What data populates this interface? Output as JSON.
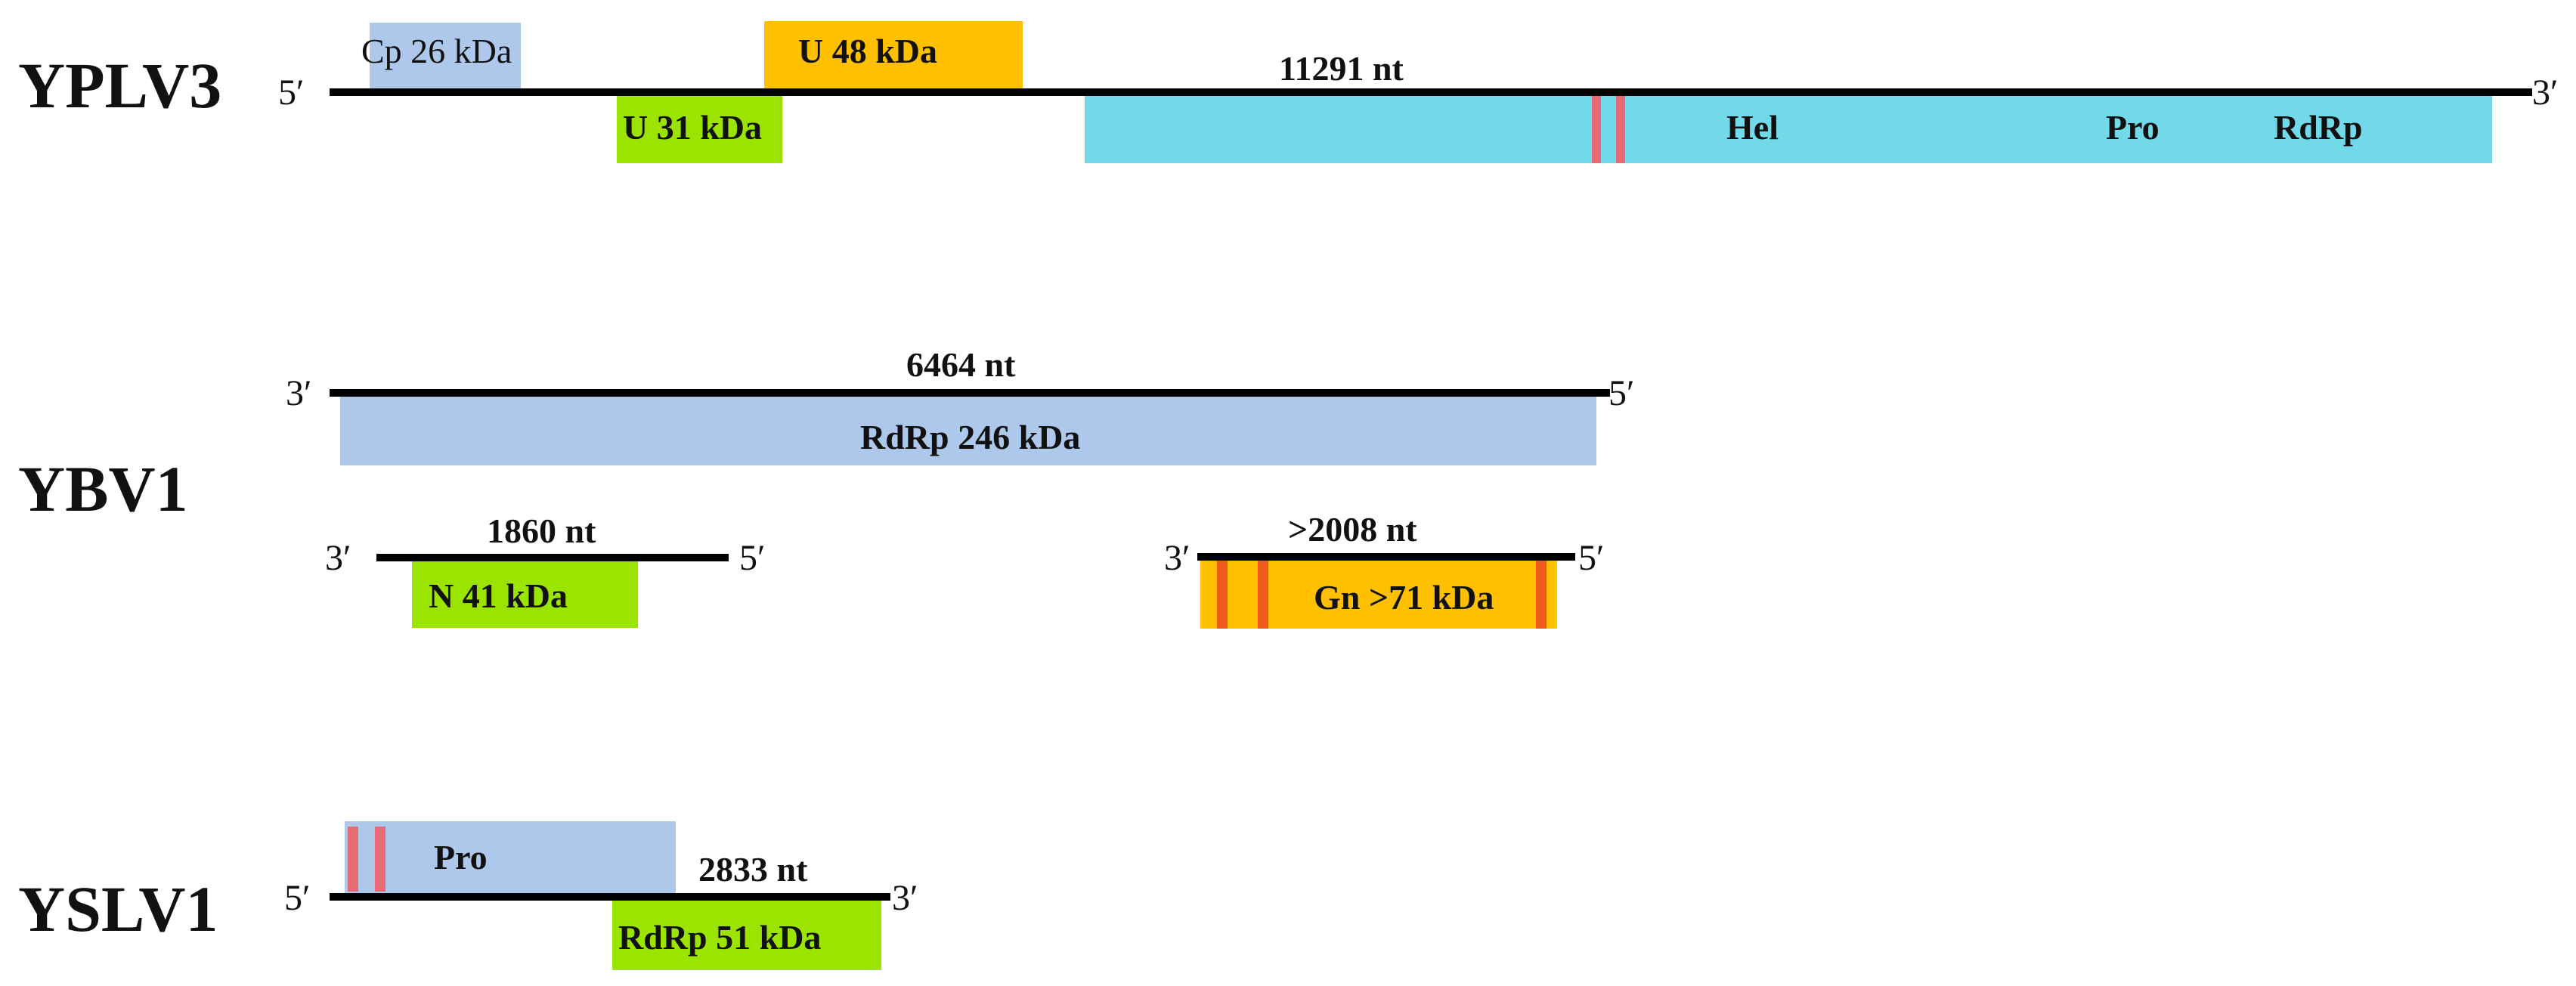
{
  "colors": {
    "genome_line": "#000000",
    "light_blue": "#adc8ea",
    "cyan": "#72d9e9",
    "gold": "#ffc000",
    "green": "#9be400",
    "pink_marker": "#e86a74",
    "orange_marker": "#f25a1c"
  },
  "segments": {
    "yplv3": {
      "virus_name": "YPLV3",
      "five_prime": "5′",
      "three_prime": "3′",
      "length": "11291 nt",
      "orfs": {
        "cp": "Cp 26 kDa",
        "u48": "U 48 kDa",
        "u31": "U 31 kDa"
      },
      "polyprotein_domains": {
        "hel": "Hel",
        "pro": "Pro",
        "rdrp": "RdRp"
      }
    },
    "ybv1": {
      "virus_name": "YBV1",
      "l_segment": {
        "three_prime": "3′",
        "five_prime": "5′",
        "length": "6464 nt",
        "orf": "RdRp 246 kDa"
      },
      "s_segment": {
        "three_prime": "3′",
        "five_prime": "5′",
        "length": "1860 nt",
        "orf": "N 41 kDa"
      },
      "m_segment": {
        "three_prime": "3′",
        "five_prime": "5′",
        "length": ">2008 nt",
        "orf": "Gn >71 kDa"
      }
    },
    "yslv1": {
      "virus_name": "YSLV1",
      "five_prime": "5′",
      "three_prime": "3′",
      "length": "2833 nt",
      "orfs": {
        "pro": "Pro",
        "rdrp": "RdRp 51 kDa"
      }
    }
  }
}
